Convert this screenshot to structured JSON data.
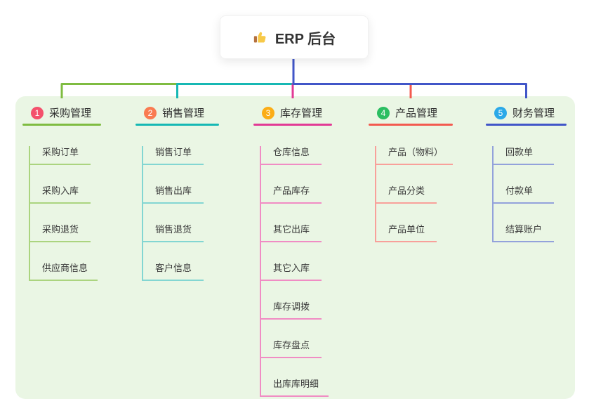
{
  "root": {
    "label": "ERP 后台",
    "icon": "thumbs-up-icon",
    "line_color": "#4156C8"
  },
  "panel_color": "#EAF6E4",
  "branches": [
    {
      "index": "1",
      "title": "采购管理",
      "color": "#7FBC41",
      "light_color": "#ABD47F",
      "badge_color": "#F4516C",
      "children": [
        "采购订单",
        "采购入库",
        "采购退货",
        "供应商信息"
      ]
    },
    {
      "index": "2",
      "title": "销售管理",
      "color": "#16B8B4",
      "light_color": "#83D6D2",
      "badge_color": "#F97B51",
      "children": [
        "销售订单",
        "销售出库",
        "销售退货",
        "客户信息"
      ]
    },
    {
      "index": "3",
      "title": "库存管理",
      "color": "#E23A95",
      "light_color": "#F08CC4",
      "badge_color": "#FBAD16",
      "children": [
        "仓库信息",
        "产品库存",
        "其它出库",
        "其它入库",
        "库存调拨",
        "库存盘点",
        "出库库明细"
      ]
    },
    {
      "index": "4",
      "title": "产品管理",
      "color": "#F35A4F",
      "light_color": "#F8A09A",
      "badge_color": "#2BBE62",
      "children": [
        "产品（物料）",
        "产品分类",
        "产品单位"
      ]
    },
    {
      "index": "5",
      "title": "财务管理",
      "color": "#4156C8",
      "light_color": "#93A2DB",
      "badge_color": "#2BA9E8",
      "children": [
        "回款单",
        "付款单",
        "结算账户"
      ]
    }
  ]
}
